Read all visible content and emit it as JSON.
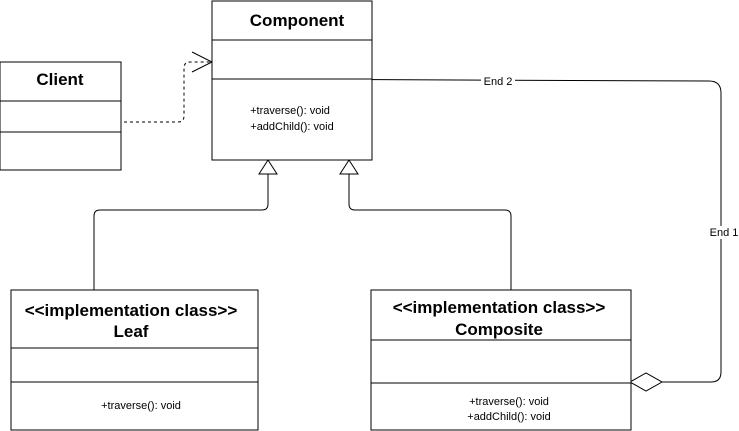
{
  "classes": {
    "component": {
      "name": "Component",
      "operations": [
        "+traverse(): void",
        "+addChild(): void"
      ]
    },
    "client": {
      "name": "Client"
    },
    "leaf": {
      "stereotype": "<<implementation class>>",
      "name": "Leaf",
      "operations": [
        "+traverse(): void"
      ]
    },
    "composite": {
      "stereotype": "<<implementation class>>",
      "name": "Composite",
      "operations": [
        "+traverse(): void",
        "+addChild(): void"
      ]
    }
  },
  "relations": {
    "aggregation": {
      "end1_label": "End 1",
      "end2_label": "End 2"
    }
  }
}
